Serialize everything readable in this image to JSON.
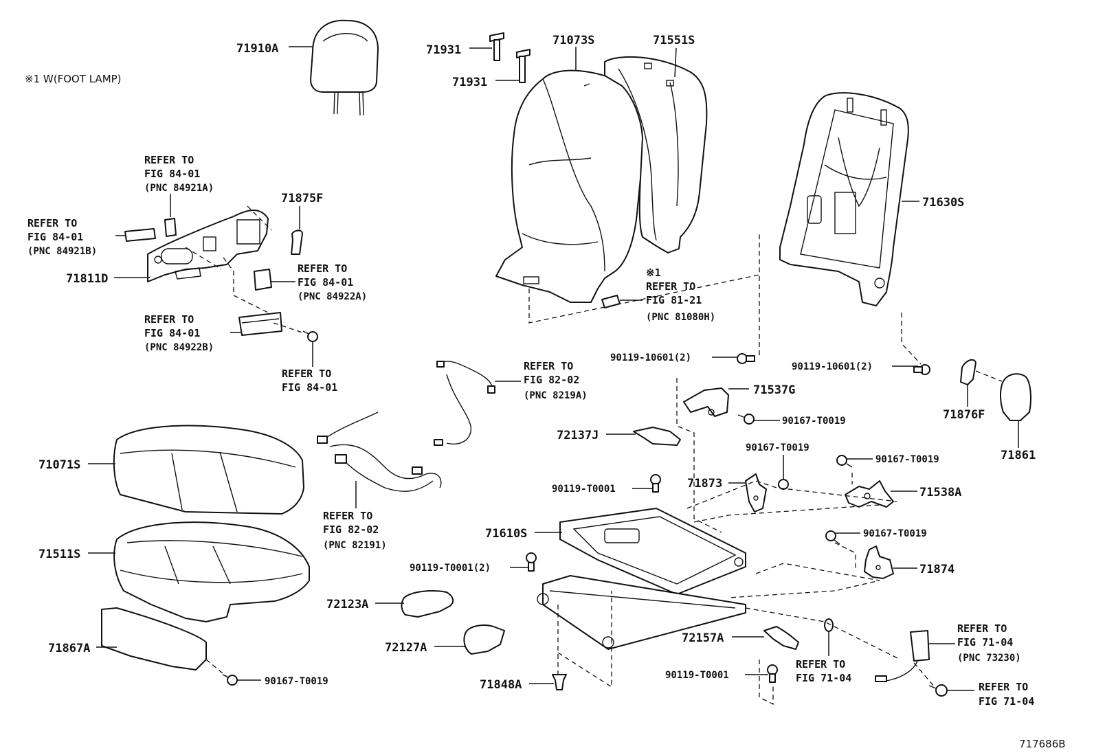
{
  "note": "※1 W(FOOT LAMP)",
  "fig_code": "717686B",
  "labels": {
    "p71910A": "71910A",
    "p71931a": "71931",
    "p71931b": "71931",
    "p71073S": "71073S",
    "p71551S": "71551S",
    "p71630S": "71630S",
    "p71875F": "71875F",
    "p71811D": "71811D",
    "p71071S": "71071S",
    "p71511S": "71511S",
    "p71867A": "71867A",
    "p72123A": "72123A",
    "p72127A": "72127A",
    "p71848A": "71848A",
    "p71610S": "71610S",
    "p72137J": "72137J",
    "p71537G": "71537G",
    "p71873": "71873",
    "p71538A": "71538A",
    "p71874": "71874",
    "p72157A": "72157A",
    "p71876F": "71876F",
    "p71861": "71861",
    "b90119_10601a": "90119-10601(2)",
    "b90119_10601b": "90119-10601(2)",
    "b90167_T0019a": "90167-T0019",
    "b90167_T0019b": "90167-T0019",
    "b90167_T0019c": "90167-T0019",
    "b90167_T0019d": "90167-T0019",
    "b90167_T0019e": "90167-T0019",
    "b90119_T0001a": "90119-T0001",
    "b90119_T0001b": "90119-T0001(2)",
    "b90119_T0001c": "90119-T0001"
  },
  "refs": {
    "r1": {
      "l1": "REFER TO",
      "l2": "FIG 84-01",
      "l3": "(PNC 84921A)"
    },
    "r2": {
      "l1": "REFER TO",
      "l2": "FIG 84-01",
      "l3": "(PNC 84921B)"
    },
    "r3": {
      "l1": "REFER TO",
      "l2": "FIG 84-01",
      "l3": "(PNC 84922A)"
    },
    "r4": {
      "l1": "REFER TO",
      "l2": "FIG 84-01",
      "l3": "(PNC 84922B)"
    },
    "r5": {
      "l1": "REFER TO",
      "l2": "FIG 84-01"
    },
    "r6": {
      "l0": "※1",
      "l1": "REFER TO",
      "l2": "FIG 81-21",
      "l3": "(PNC 81080H)"
    },
    "r7": {
      "l1": "REFER TO",
      "l2": "FIG 82-02",
      "l3": "(PNC 8219A)"
    },
    "r8": {
      "l1": "REFER TO",
      "l2": "FIG 82-02",
      "l3": "(PNC 82191)"
    },
    "r9": {
      "l1": "REFER TO",
      "l2": "FIG 71-04"
    },
    "r10": {
      "l1": "REFER TO",
      "l2": "FIG 71-04",
      "l3": "(PNC 73230)"
    },
    "r11": {
      "l1": "REFER TO",
      "l2": "FIG 71-04"
    }
  }
}
